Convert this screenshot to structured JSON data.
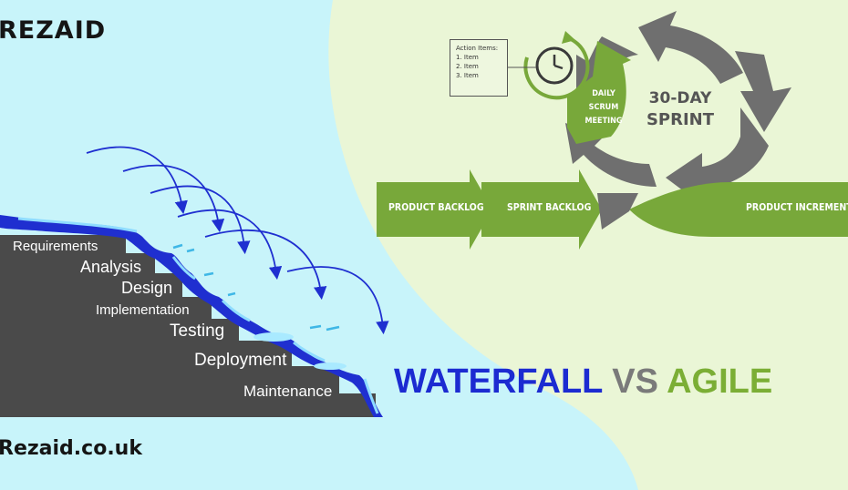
{
  "brand": {
    "logo": "REZAID",
    "website": "Rezaid.co.uk"
  },
  "title": {
    "waterfall": "WATERFALL",
    "vs": "VS",
    "agile": "AGILE"
  },
  "waterfall_steps": [
    "Requirements",
    "Analysis",
    "Design",
    "Implementation",
    "Testing",
    "Deployment",
    "Maintenance"
  ],
  "agile": {
    "action_items_title": "Action Items:",
    "action_items": [
      "1. Item",
      "2. Item",
      "3. Item"
    ],
    "daily_scrum": [
      "DAILY",
      "SCRUM",
      "MEETING"
    ],
    "sprint": [
      "30-DAY",
      "SPRINT"
    ],
    "product_backlog": "PRODUCT BACKLOG",
    "sprint_backlog": "SPRINT BACKLOG",
    "product_increment": "PRODUCT INCREMENT"
  },
  "colors": {
    "background_left": "#c8f4fa",
    "background_right": "#eaf6d6",
    "green": "#78a83a",
    "gray": "#6f6f6f",
    "blue": "#1c2bd1",
    "stairs": "#4a4a4a"
  }
}
